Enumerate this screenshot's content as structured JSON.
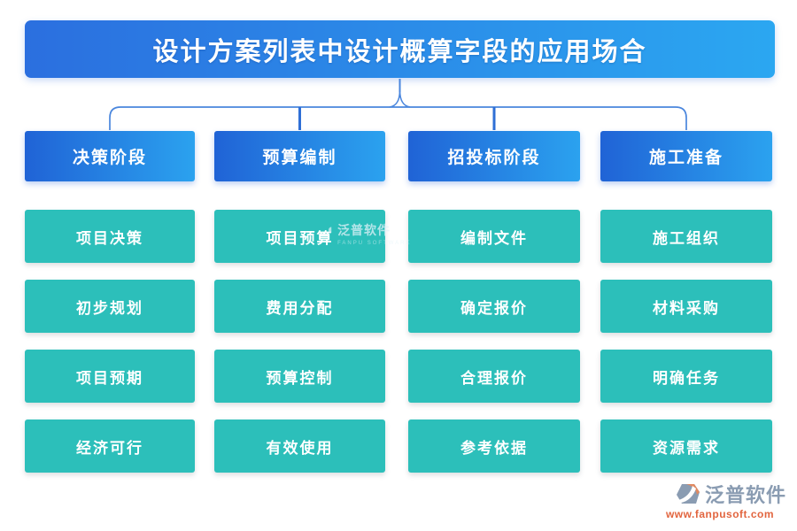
{
  "title": "设计方案列表中设计概算字段的应用场合",
  "columns": [
    {
      "header": "决策阶段",
      "items": [
        "项目决策",
        "初步规划",
        "项目预期",
        "经济可行"
      ]
    },
    {
      "header": "预算编制",
      "items": [
        "项目预算",
        "费用分配",
        "预算控制",
        "有效使用"
      ]
    },
    {
      "header": "招投标阶段",
      "items": [
        "编制文件",
        "确定报价",
        "合理报价",
        "参考依据"
      ]
    },
    {
      "header": "施工准备",
      "items": [
        "施工组织",
        "材料采购",
        "明确任务",
        "资源需求"
      ]
    }
  ],
  "watermark": {
    "text": "泛普软件",
    "subtext": "FANPU SOFTWARE"
  },
  "logo": {
    "name": "泛普软件",
    "url": "www.fanpusoft.com"
  },
  "colors": {
    "banner_gradient_start": "#2b6fdf",
    "banner_gradient_end": "#2ba7f1",
    "header_gradient_start": "#2063d6",
    "header_gradient_end": "#2ba2ef",
    "item_teal": "#2cbfba",
    "connector_blue": "#4a86dd",
    "connector_drop_blue": "#2f6fd6",
    "logo_gray": "#8a9cb2",
    "logo_url_orange": "#e2653f"
  }
}
